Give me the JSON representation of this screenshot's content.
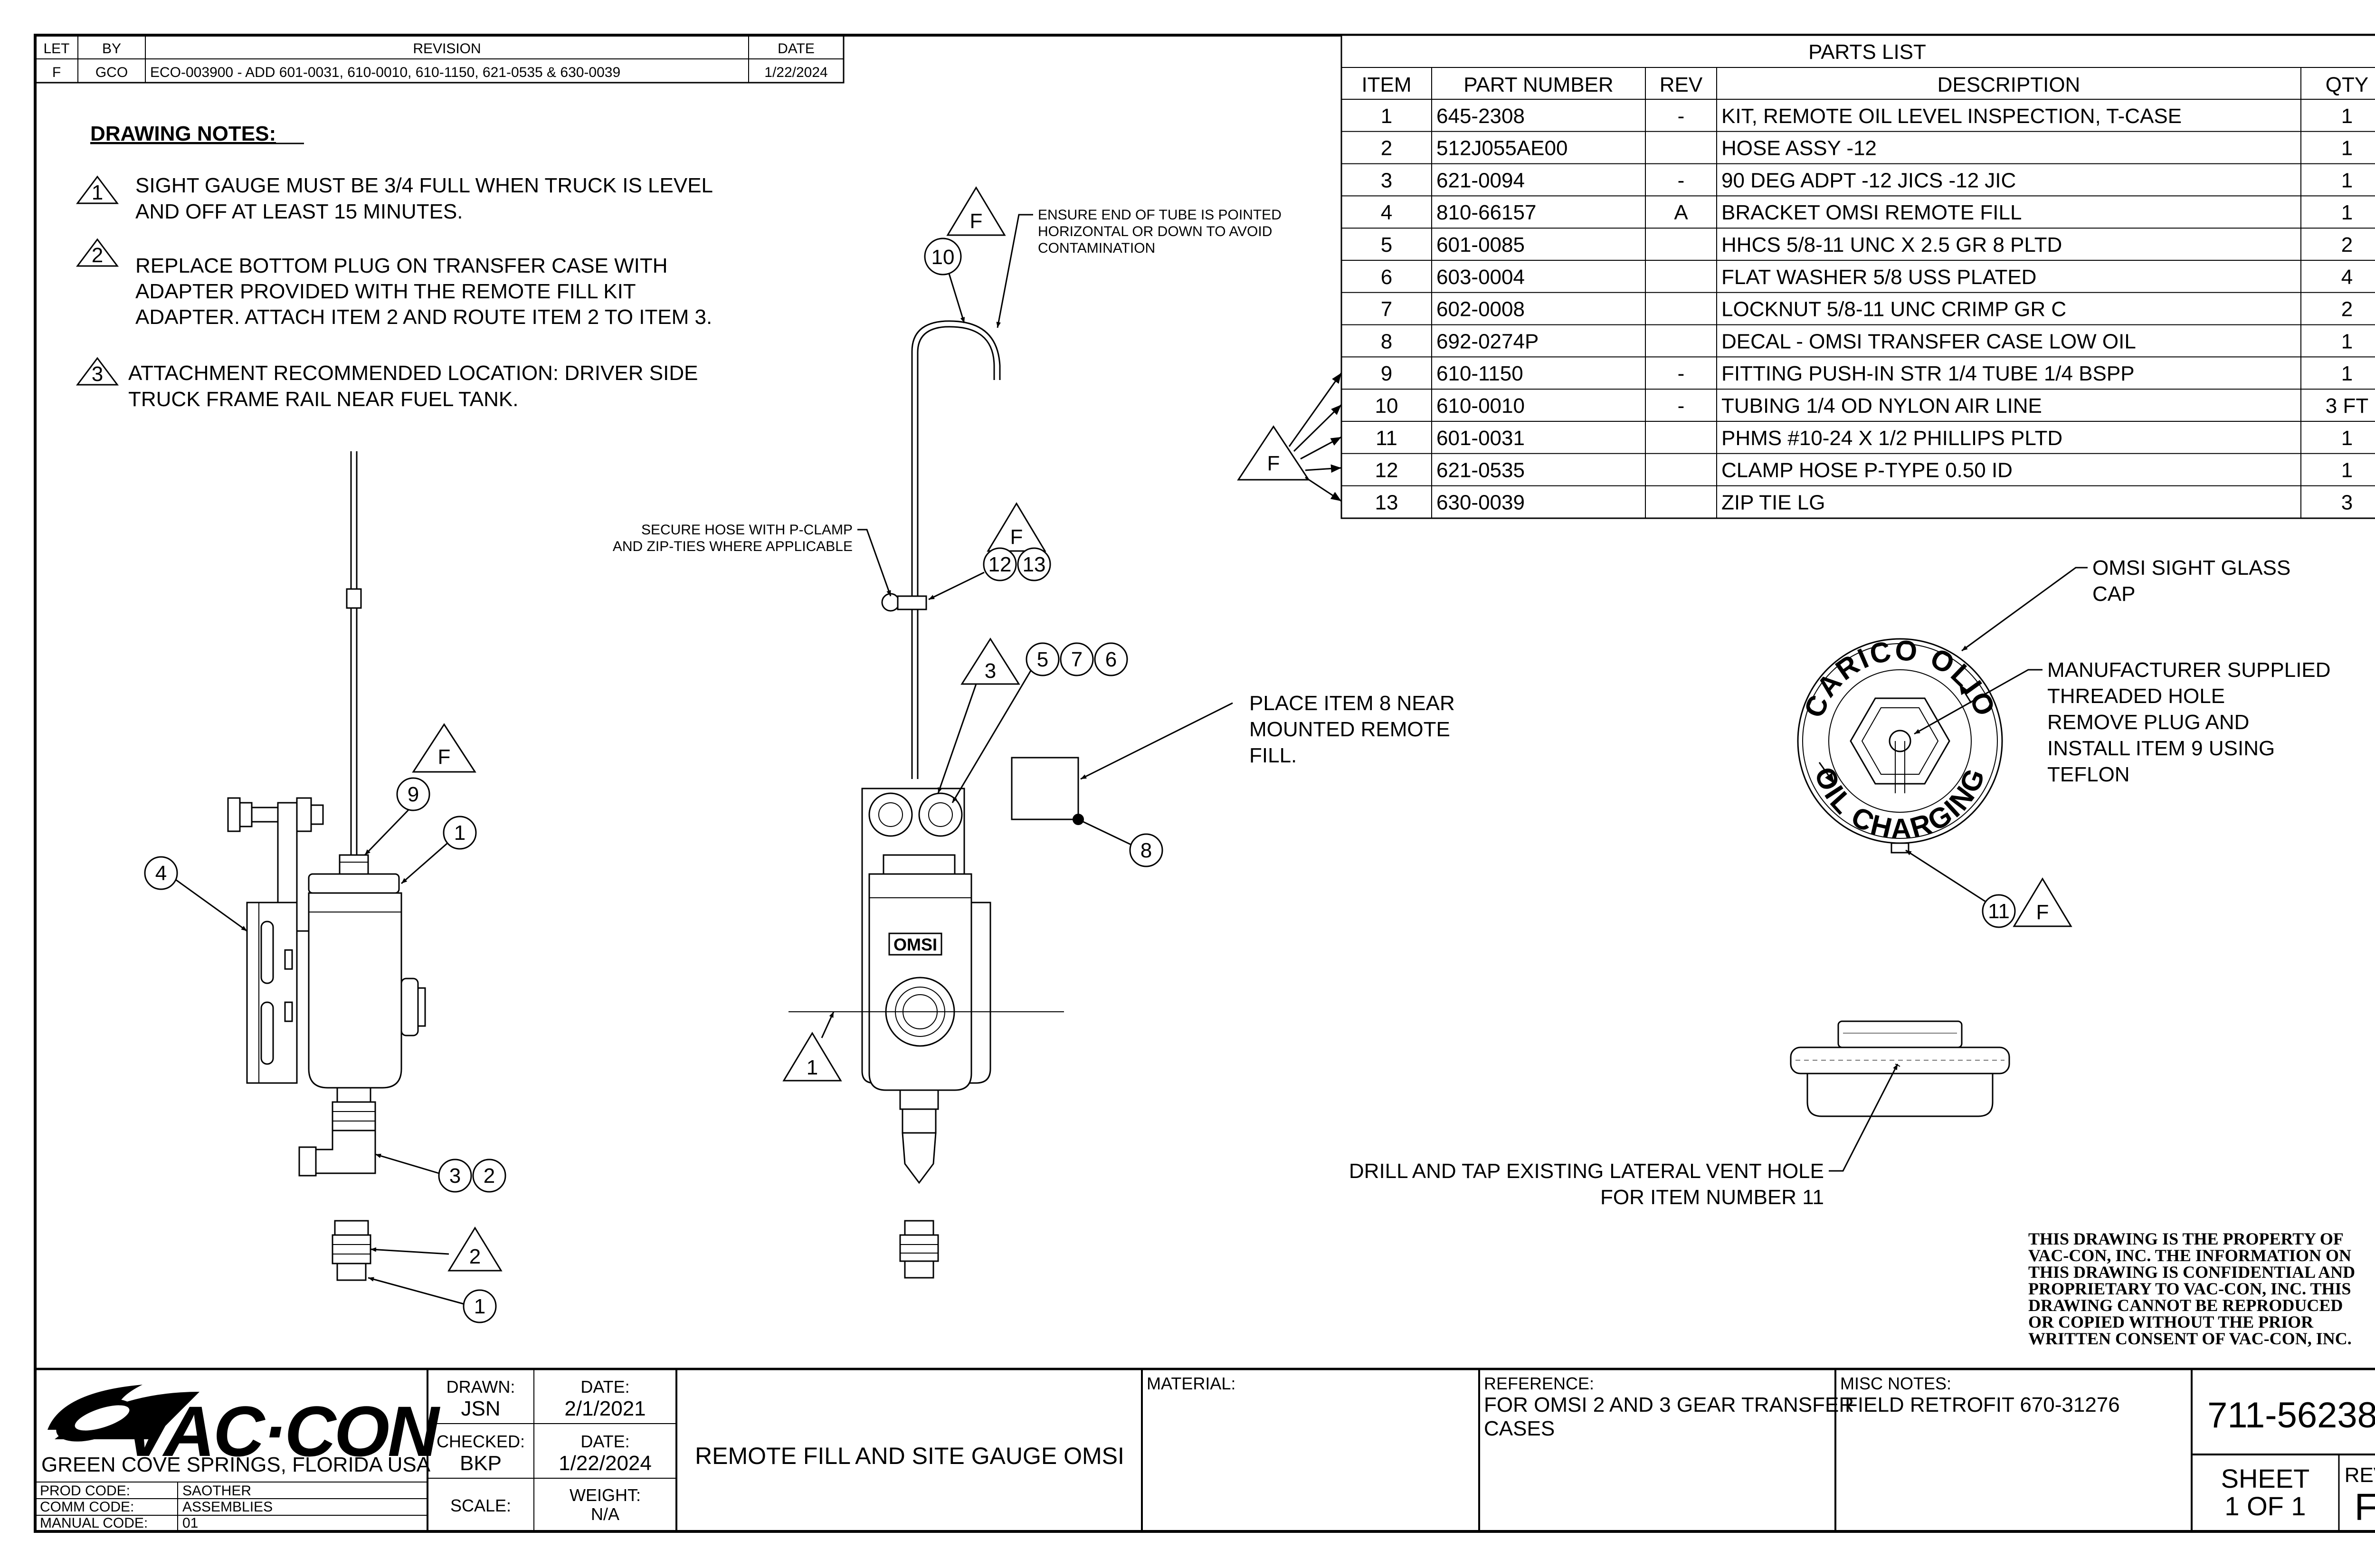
{
  "revision_table": {
    "headers": [
      "LET",
      "BY",
      "REVISION",
      "DATE"
    ],
    "rows": [
      [
        "F",
        "GCO",
        "ECO-003900 - ADD 601-0031, 610-0010, 610-1150, 621-0535 & 630-0039",
        "1/22/2024"
      ]
    ]
  },
  "notes": {
    "heading": "DRAWING NOTES:",
    "items": [
      {
        "num": "1",
        "lines": [
          "SIGHT GAUGE MUST BE 3/4 FULL WHEN TRUCK IS LEVEL",
          "AND OFF AT LEAST 15 MINUTES."
        ]
      },
      {
        "num": "2",
        "lines": [
          "REPLACE BOTTOM PLUG ON TRANSFER CASE WITH",
          "ADAPTER PROVIDED WITH THE REMOTE FILL KIT",
          "ADAPTER.   ATTACH ITEM 2 AND ROUTE ITEM 2 TO ITEM 3."
        ]
      },
      {
        "num": "3",
        "lines": [
          "ATTACHMENT RECOMMENDED LOCATION:  DRIVER SIDE",
          "TRUCK FRAME RAIL NEAR FUEL TANK."
        ]
      }
    ]
  },
  "parts_list": {
    "title": "PARTS LIST",
    "headers": [
      "ITEM",
      "PART NUMBER",
      "REV",
      "DESCRIPTION",
      "QTY"
    ],
    "rows": [
      [
        "1",
        "645-2308",
        "-",
        "KIT, REMOTE OIL LEVEL INSPECTION, T-CASE",
        "1"
      ],
      [
        "2",
        "512J055AE00",
        "",
        "HOSE ASSY -12",
        "1"
      ],
      [
        "3",
        "621-0094",
        "-",
        "90 DEG ADPT -12 JICS -12 JIC",
        "1"
      ],
      [
        "4",
        "810-66157",
        "A",
        "BRACKET OMSI REMOTE FILL",
        "1"
      ],
      [
        "5",
        "601-0085",
        "",
        "HHCS 5/8-11 UNC X 2.5 GR 8 PLTD",
        "2"
      ],
      [
        "6",
        "603-0004",
        "",
        "FLAT WASHER 5/8 USS PLATED",
        "4"
      ],
      [
        "7",
        "602-0008",
        "",
        "LOCKNUT 5/8-11 UNC CRIMP GR C",
        "2"
      ],
      [
        "8",
        "692-0274P",
        "",
        "DECAL - OMSI TRANSFER CASE LOW OIL",
        "1"
      ],
      [
        "9",
        "610-1150",
        "-",
        "FITTING PUSH-IN STR 1/4 TUBE 1/4 BSPP",
        "1"
      ],
      [
        "10",
        "610-0010",
        "-",
        "TUBING 1/4 OD NYLON AIR LINE",
        "3 FT"
      ],
      [
        "11",
        "601-0031",
        "",
        "PHMS #10-24 X 1/2 PHILLIPS PLTD",
        "1"
      ],
      [
        "12",
        "621-0535",
        "",
        "CLAMP HOSE P-TYPE 0.50 ID",
        "1"
      ],
      [
        "13",
        "630-0039",
        "",
        "ZIP TIE LG",
        "3"
      ]
    ]
  },
  "callouts": {
    "ensure_tube": [
      "ENSURE END OF TUBE IS POINTED",
      "HORIZONTAL OR DOWN TO AVOID",
      "CONTAMINATION"
    ],
    "secure_hose": [
      "SECURE HOSE WITH P-CLAMP",
      "AND ZIP-TIES WHERE APPLICABLE"
    ],
    "place_item8": [
      "PLACE ITEM 8 NEAR",
      "MOUNTED REMOTE",
      "FILL."
    ],
    "omsi_cap": [
      "OMSI SIGHT GLASS",
      "CAP"
    ],
    "threaded_hole": [
      "MANUFACTURER SUPPLIED",
      "THREADED HOLE",
      "REMOVE PLUG AND",
      "INSTALL ITEM 9 USING",
      "TEFLON"
    ],
    "drill_tap": [
      "DRILL AND TAP EXISTING LATERAL VENT HOLE",
      "FOR ITEM NUMBER 11"
    ],
    "rev_flag": "F",
    "balloons": [
      "1",
      "2",
      "3",
      "4",
      "5",
      "6",
      "7",
      "8",
      "9",
      "10",
      "11",
      "12",
      "13"
    ],
    "note_flags": [
      "1",
      "2",
      "3"
    ]
  },
  "cap_graphic": {
    "top_text": "CARICO OLIO",
    "bottom_text": "OIL CHARGING"
  },
  "omsi_label": "OMSI",
  "proprietary": [
    "THIS DRAWING IS THE PROPERTY OF",
    "VAC-CON, INC.  THE INFORMATION ON",
    "THIS DRAWING IS CONFIDENTIAL AND",
    "PROPRIETARY TO VAC-CON, INC.  THIS",
    "DRAWING CANNOT BE REPRODUCED",
    "OR COPIED WITHOUT THE PRIOR",
    "WRITTEN CONSENT OF VAC-CON, INC."
  ],
  "title_block": {
    "company": "VAC·CON",
    "location": "GREEN COVE SPRINGS, FLORIDA USA",
    "codes": [
      {
        "label": "PROD CODE:",
        "value": "SAOTHER"
      },
      {
        "label": "COMM CODE:",
        "value": "ASSEMBLIES"
      },
      {
        "label": "MANUAL CODE:",
        "value": "01"
      }
    ],
    "drawn_label": "DRAWN:",
    "drawn_value": "JSN",
    "drawn_date_label": "DATE:",
    "drawn_date_value": "2/1/2021",
    "checked_label": "CHECKED:",
    "checked_value": "BKP",
    "checked_date_label": "DATE:",
    "checked_date_value": "1/22/2024",
    "scale_label": "SCALE:",
    "weight_label": "WEIGHT:",
    "weight_value": "N/A",
    "title": "REMOTE FILL AND SITE GAUGE OMSI",
    "material_label": "MATERIAL:",
    "reference_label": "REFERENCE:",
    "reference_lines": [
      "FOR OMSI 2 AND 3 GEAR TRANSFER",
      "CASES"
    ],
    "misc_label": "MISC NOTES:",
    "misc_value": "FIELD RETROFIT 670-31276",
    "drawing_number": "711-56238",
    "sheet_label": "SHEET",
    "sheet_value": "1  OF 1",
    "rev_label": "REV",
    "rev_value": "F"
  }
}
